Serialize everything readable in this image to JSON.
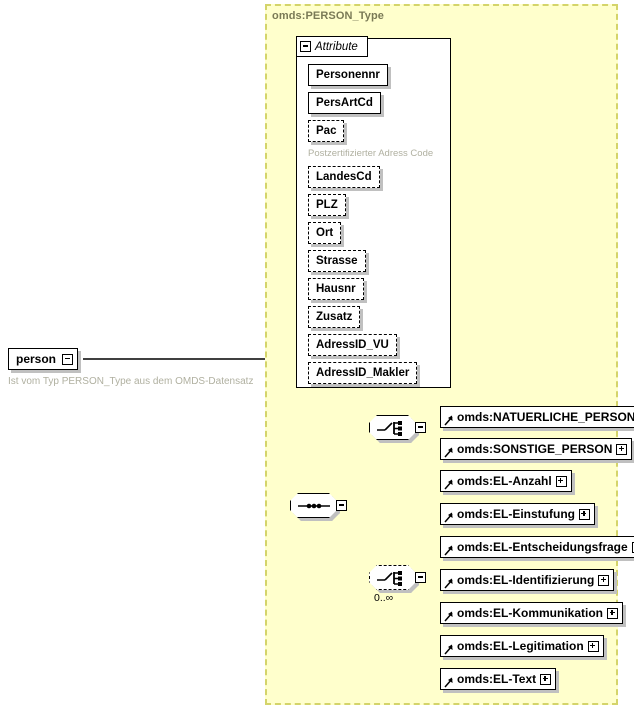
{
  "diagram": {
    "type_container_title": "omds:PERSON_Type",
    "attribute_section": {
      "label": "Attribute",
      "toggle_icon": "minus-box-icon",
      "attributes": [
        {
          "name": "Personennr",
          "required": true,
          "note": null
        },
        {
          "name": "PersArtCd",
          "required": true,
          "note": null
        },
        {
          "name": "Pac",
          "required": false,
          "note": "Postzertifizierter Adress Code"
        },
        {
          "name": "LandesCd",
          "required": false,
          "note": null
        },
        {
          "name": "PLZ",
          "required": false,
          "note": null
        },
        {
          "name": "Ort",
          "required": false,
          "note": null
        },
        {
          "name": "Strasse",
          "required": false,
          "note": null
        },
        {
          "name": "Hausnr",
          "required": false,
          "note": null
        },
        {
          "name": "Zusatz",
          "required": false,
          "note": null
        },
        {
          "name": "AdressID_VU",
          "required": false,
          "note": null
        },
        {
          "name": "AdressID_Makler",
          "required": false,
          "note": null
        }
      ]
    },
    "root_element": {
      "name": "person",
      "toggle_icon": "minus-box-icon",
      "annotation": "Ist vom Typ PERSON_Type aus dem OMDS-Datensatz"
    },
    "compositors": [
      {
        "id": "sequence-root",
        "kind": "sequence",
        "icon": "sequence-icon",
        "required": true,
        "cardinality": null
      },
      {
        "id": "choice-person",
        "kind": "choice",
        "icon": "choice-icon",
        "required": true,
        "cardinality": null
      },
      {
        "id": "choice-el",
        "kind": "choice",
        "icon": "choice-icon",
        "required": false,
        "cardinality": "0..∞"
      }
    ],
    "choice_person_elements": [
      {
        "name": "omds:NATUERLICHE_PERSON",
        "toggle_icon": "plus-box-icon",
        "ref_icon": "reference-arrow-icon"
      },
      {
        "name": "omds:SONSTIGE_PERSON",
        "toggle_icon": "plus-box-icon",
        "ref_icon": "reference-arrow-icon"
      }
    ],
    "choice_el_elements": [
      {
        "name": "omds:EL-Anzahl",
        "toggle_icon": "plus-box-icon",
        "ref_icon": "reference-arrow-icon"
      },
      {
        "name": "omds:EL-Einstufung",
        "toggle_icon": "plus-box-icon",
        "ref_icon": "reference-arrow-icon"
      },
      {
        "name": "omds:EL-Entscheidungsfrage",
        "toggle_icon": "plus-box-icon",
        "ref_icon": "reference-arrow-icon"
      },
      {
        "name": "omds:EL-Identifizierung",
        "toggle_icon": "plus-box-icon",
        "ref_icon": "reference-arrow-icon"
      },
      {
        "name": "omds:EL-Kommunikation",
        "toggle_icon": "plus-box-icon",
        "ref_icon": "reference-arrow-icon"
      },
      {
        "name": "omds:EL-Legitimation",
        "toggle_icon": "plus-box-icon",
        "ref_icon": "reference-arrow-icon"
      },
      {
        "name": "omds:EL-Text",
        "toggle_icon": "plus-box-icon",
        "ref_icon": "reference-arrow-icon"
      }
    ],
    "colors": {
      "type_container_fill": "#ffffcc",
      "type_container_border": "#d4d46a",
      "box_fill": "#ffffff",
      "box_border": "#000000",
      "shadow": "#c0c0c0",
      "annotation_text": "#b0b0a0",
      "title_text": "#7a7a56"
    }
  }
}
